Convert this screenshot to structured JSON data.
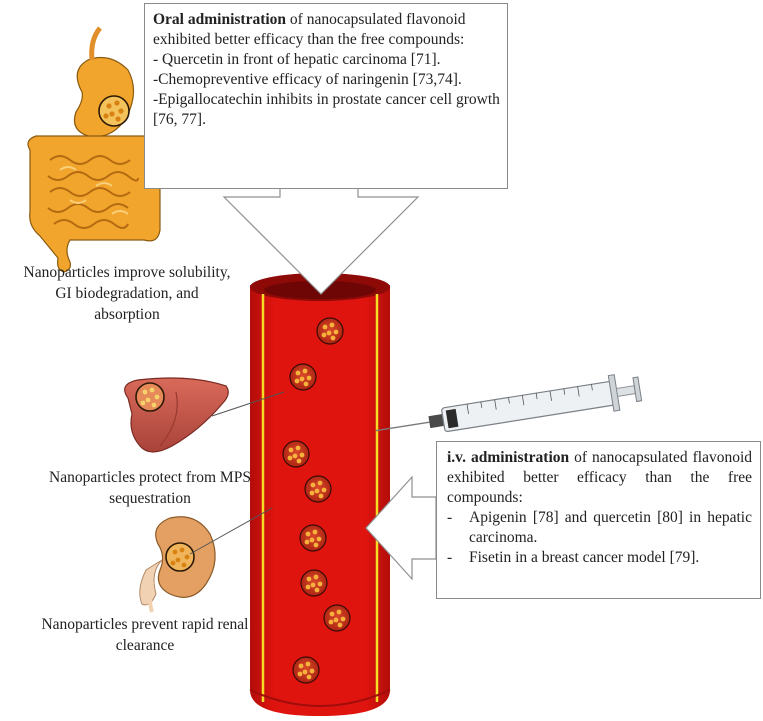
{
  "oral_box": {
    "lead": "Oral administration",
    "intro_rest": " of nanocapsulated flavonoid exhibited better efficacy than the free compounds:",
    "items": [
      "- Quercetin in front of hepatic carcinoma [71].",
      "-Chemopreventive efficacy of naringenin [73,74].",
      "-Epigallocatechin inhibits in prostate cancer cell growth  [76, 77]."
    ]
  },
  "iv_box": {
    "lead": "i.v. administration",
    "intro_rest": " of nanocapsulated flavonoid exhibited better efficacy than the free compounds:",
    "items": [
      {
        "dash": "-",
        "text": "Apigenin [78] and quercetin [80] in hepatic carcinoma."
      },
      {
        "dash": "-",
        "text": "Fisetin in a breast cancer model [79]."
      }
    ]
  },
  "captions": {
    "gi": "Nanoparticles improve solubility, GI biodegradation, and absorption",
    "liver": "Nanoparticles protect from MPS sequestration",
    "renal": "Nanoparticles prevent rapid renal clearance"
  },
  "illustrations": {
    "gi_tract": "intestine-icon",
    "liver": "liver-icon",
    "kidney": "kidney-icon",
    "syringe": "syringe-icon",
    "vessel": "blood-vessel"
  },
  "colors": {
    "vessel_red": "#d8140f",
    "vessel_dark": "#a00d0a",
    "vessel_wall_line": "#f7dc25",
    "nanoparticle_fill": "#c4321c",
    "nanoparticle_dots": "#f6b23a",
    "intestine": "#f2a52c",
    "liver": "#cd5b4d",
    "kidney": "#e4a062",
    "box_border": "#8a8a8a",
    "arrow_border": "#8f8f8f"
  }
}
